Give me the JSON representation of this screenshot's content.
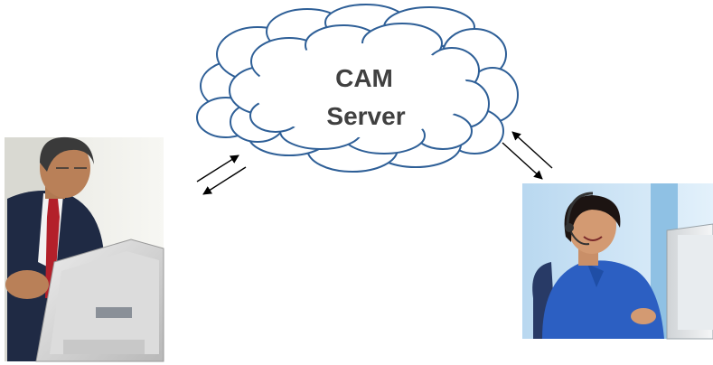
{
  "cloud": {
    "line1": "CAM",
    "line2": "Server"
  },
  "colors": {
    "cloud_stroke": "#2e5f97",
    "cloud_fill": "#ffffff",
    "text": "#404040",
    "arrow": "#000000"
  },
  "left_photo": {
    "icon": "man-at-computer-photo"
  },
  "right_photo": {
    "icon": "woman-with-headset-photo"
  }
}
